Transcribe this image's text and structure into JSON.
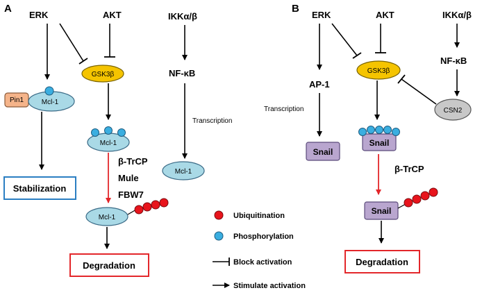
{
  "panels": {
    "a": "A",
    "b": "B"
  },
  "panel_a": {
    "erk": "ERK",
    "akt": "AKT",
    "ikk": "IKKα/β",
    "nfkb": "NF-κB",
    "gsk3b": "GSK3β",
    "pin1": "Pin1",
    "mcl1_pin1": "Mcl-1",
    "mcl1_phos": "Mcl-1",
    "mcl1_ubi": "Mcl-1",
    "mcl1_transcribed": "Mcl-1",
    "transcription": "Transcription",
    "ligases": [
      "β-TrCP",
      "Mule",
      "FBW7"
    ],
    "stabilization": "Stabilization",
    "degradation": "Degradation"
  },
  "panel_b": {
    "erk": "ERK",
    "akt": "AKT",
    "ikk": "IKKα/β",
    "nfkb": "NF-κB",
    "gsk3b": "GSK3β",
    "ap1": "AP-1",
    "transcription": "Transcription",
    "csn2": "CSN2",
    "snail_transcribed": "Snail",
    "snail_phos": "Snail",
    "snail_ubi": "Snail",
    "ligase": "β-TrCP",
    "degradation": "Degradation"
  },
  "legend": {
    "ubiquitination": "Ubiquitination",
    "phosphorylation": "Phosphorylation",
    "block": "Block activation",
    "stimulate": "Stimulate activation"
  },
  "colors": {
    "gsk3b": "#f5c400",
    "mcl1": "#a9d9e6",
    "pin1": "#f5b48a",
    "snail": "#b9a6cf",
    "csn2": "#c8c8c8",
    "phospho": "#3aaee0",
    "ubiquitin": "#e8141c",
    "red_arrow": "#e3262a",
    "stabilization_border": "#2a7ec2",
    "degradation_border": "#e3262a"
  }
}
